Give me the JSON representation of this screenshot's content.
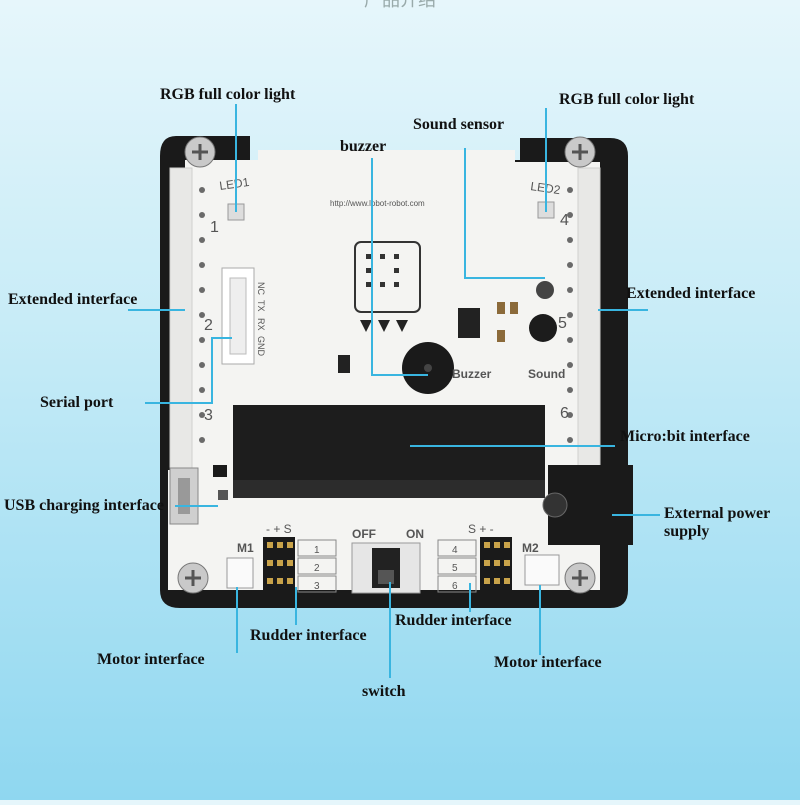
{
  "header_fragment": "产品介绍",
  "labels": {
    "rgb_left": "RGB full color light",
    "rgb_right": "RGB full color light",
    "buzzer": "buzzer",
    "sound_sensor": "Sound sensor",
    "extended_left": "Extended interface",
    "extended_right": "Extended interface",
    "serial_port": "Serial port",
    "microbit": "Micro:bit interface",
    "usb": "USB charging interface",
    "external_power": "External power supply",
    "rudder_left": "Rudder interface",
    "rudder_right": "Rudder interface",
    "motor_left": "Motor interface",
    "motor_right": "Motor interface",
    "switch": "switch"
  },
  "silkscreen": {
    "led1": "LED1",
    "led2": "LED2",
    "url": "http://www.lobot-robot.com",
    "num1": "1",
    "num2": "2",
    "num3": "3",
    "num4": "4",
    "num5": "5",
    "num6": "6",
    "serial_pins": [
      "NC",
      "TX",
      "RX",
      "GND"
    ],
    "buzzer_text": "Buzzer",
    "sound_text": "Sound",
    "off": "OFF",
    "on": "ON",
    "m1": "M1",
    "m2": "M2",
    "servo_left_header": "- + S",
    "servo_right_header": "S + -",
    "servo_left_nums": [
      "1",
      "2",
      "3"
    ],
    "servo_right_nums": [
      "4",
      "5",
      "6"
    ]
  },
  "colors": {
    "pcb": "#f4f4f2",
    "pcb_edge": "#1a1a1a",
    "label_line": "#39b5e0",
    "background_bottom": "#8fd7f0"
  }
}
